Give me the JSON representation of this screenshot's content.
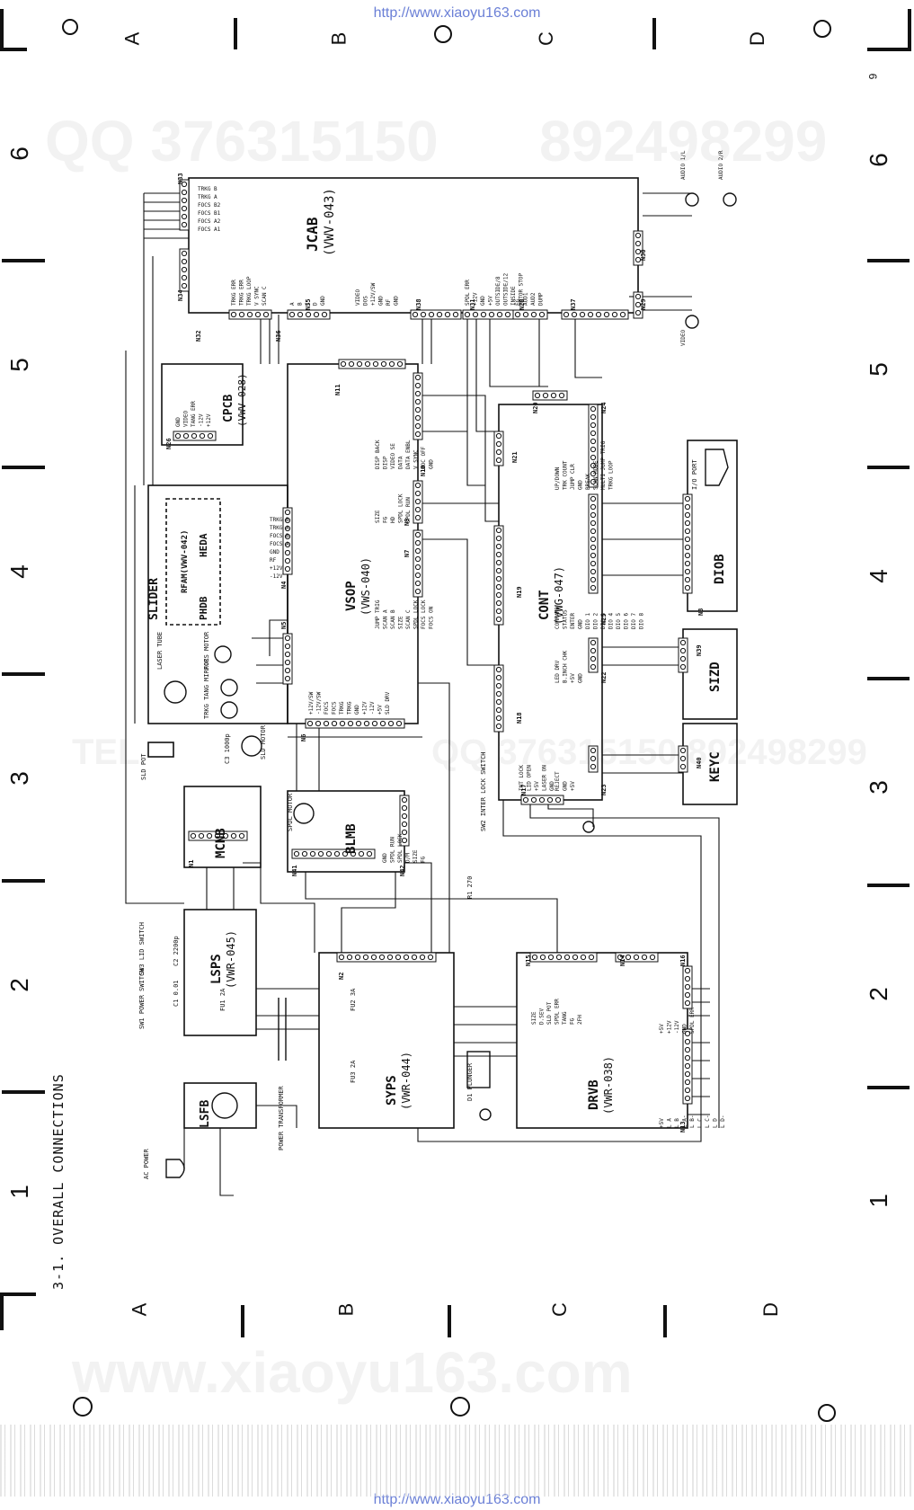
{
  "urls": {
    "top": "http://www.xiaoyu163.com",
    "bottom": "http://www.xiaoyu163.com"
  },
  "watermarks": {
    "qq": "QQ 376315150",
    "qq2": "892498299",
    "site": "www.xiaoyu163.com",
    "tel": "TEL",
    "qq3": "QQ 376315150 892498299"
  },
  "title": "3-1. OVERALL CONNECTIONS",
  "columns": [
    "A",
    "B",
    "C",
    "D"
  ],
  "rows": [
    "1",
    "2",
    "3",
    "4",
    "5",
    "6"
  ],
  "page_mark": "9",
  "blocks": {
    "jcab": {
      "name": "JCAB",
      "code": "(VWV-043)"
    },
    "cpcb": {
      "name": "CPCB",
      "code": "(VWV-028)"
    },
    "slider": {
      "name": "SLIDER"
    },
    "rfam": {
      "name": "RFAM(VWV-042)"
    },
    "heda": {
      "name": "HEDA"
    },
    "phdb": {
      "name": "PHDB"
    },
    "vsop": {
      "name": "VSOP",
      "code": "(VWS-040)"
    },
    "cont": {
      "name": "CONT",
      "code": "(VWG-047)"
    },
    "diob": {
      "name": "DIOB"
    },
    "sizd": {
      "name": "SIZD"
    },
    "keyc": {
      "name": "KEYC"
    },
    "mcnb": {
      "name": "MCNB"
    },
    "blmb": {
      "name": "BLMB"
    },
    "lsps": {
      "name": "LSPS",
      "code": "(VWR-045)"
    },
    "syps": {
      "name": "SYPS",
      "code": "(VWR-044)"
    },
    "drvb": {
      "name": "DRVB",
      "code": "(VWR-038)"
    },
    "lsfb": {
      "name": "LSFB"
    }
  },
  "labels": {
    "io_port": "I/O PORT",
    "laser_tube": "LASER TUBE",
    "focs_motor": "FOCS MOTOR",
    "trkg_tang_mirror": "TRKG TANG MIRROR",
    "sld_motor": "SLD MOTOR",
    "sld_pot": "SLD POT",
    "spdl_motor": "SPDL MOTOR",
    "interlock": "SW2 INTER LOCK SWITCH",
    "plunger": "D1 PLUNGER",
    "power_transformer": "POWER TRANSFORMER",
    "ac_power": "AC POWER",
    "power_switch": "SW1 POWER SWITCH",
    "lid_switch": "SW3 LID SWITCH",
    "audio_l": "AUDIO 1/L",
    "audio_r": "AUDIO 2/R",
    "video": "VIDEO",
    "fu1": "FU1 2A",
    "fu2": "FU2 3A",
    "fu3": "FU3 2A",
    "c1": "C1 0.01",
    "c2": "C2 2200p",
    "c3": "C3 1000p",
    "r1": "R1 270"
  },
  "connectors": {
    "n33": "N33",
    "n34": "N34",
    "n32": "N32",
    "n36": "N36",
    "n35": "N35",
    "n38": "N38",
    "n31": "N31",
    "n28": "N28",
    "n37": "N37",
    "n29": "N29",
    "n30": "N30",
    "n11": "N11",
    "n26": "N26",
    "n10": "N10",
    "n21": "N21",
    "n20": "N20",
    "n24": "N24",
    "n4": "N4",
    "n9": "N9",
    "n7": "N7",
    "n19": "N19",
    "n25": "N25",
    "n3": "N3",
    "n5": "N5",
    "n18": "N18",
    "n22": "N22",
    "n39": "N39",
    "n6": "N6",
    "n23": "N23",
    "n40": "N40",
    "n17": "N17",
    "n1": "N1",
    "n41": "N41",
    "n42": "N42",
    "n2": "N2",
    "n15": "N15",
    "n14": "N14",
    "n16": "N16",
    "n13": "N13"
  },
  "signals": {
    "n33": [
      "TRKG B",
      "TRKG A",
      "FOCS B2",
      "FOCS B1",
      "FOCS A2",
      "FOCS A1"
    ],
    "n36": [
      "TRKG ERR",
      "TRKG ERR",
      "TRKG LOOP",
      "V SYNC",
      "SCAN C"
    ],
    "n35": [
      "A",
      "B",
      "C",
      "D",
      "GND"
    ],
    "n38": [
      "VIDEO",
      "DOS",
      "+12V/SW",
      "GND",
      "RF",
      "GND"
    ],
    "n31": [
      "SPDL ERR",
      "+12V",
      "GND",
      "+5V",
      "OUTSIDE/8",
      "OUTSIDE/12",
      "INSIDE",
      "MOTOR STOP"
    ],
    "n28": [
      "FG",
      "AUD1",
      "AUD2",
      "DUMP"
    ],
    "n26": [
      "GND",
      "VIDEO",
      "TANG ERR",
      "-12V",
      "+12V"
    ],
    "n10": [
      "DISP BACK",
      "DISP",
      "VIDEO SE",
      "DATA",
      "DATA ENBL",
      "V SYNC",
      "DOC OFF",
      "GND"
    ],
    "n24": [
      "UP/DOWN",
      "TRK COUNT",
      "JUMP CLR",
      "GND",
      "BREAK",
      "SCAN MODE",
      "MULTI JUMP TRIG",
      "TRKG LOOP"
    ],
    "n4": [
      "TRKG B",
      "TRKG A",
      "FOCS B",
      "FOCS A",
      "GND",
      "RF",
      "+12V",
      "-12V"
    ],
    "n9": [
      "SIZE",
      "FG",
      "HD",
      "SPDL LOCK",
      "SPDL RUN"
    ],
    "n7": [
      "JUMP TRIG",
      "SCAN A",
      "SCAN B",
      "SIZE",
      "SCAN C",
      "SPDL LOCK",
      "FOCS LOCK",
      "FOCS ON"
    ],
    "n25": [
      "COMMAND",
      "STATUS",
      "ENTER",
      "GND",
      "DIO 1",
      "DIO 2",
      "DIO 3",
      "DIO 4",
      "DIO 5",
      "DIO 6",
      "DIO 7",
      "DIO 8"
    ],
    "n22": [
      "LED DRV",
      "B.INCH CHK",
      "+5V",
      "GND"
    ],
    "n6": [
      "+12V/SW",
      "-12V/SW",
      "FOCS",
      "FOCS",
      "TRKG",
      "TRKG",
      "GND",
      "+12V",
      "-12V",
      "+5V",
      "SLD DRV"
    ],
    "n23": [
      "REJECT",
      "GND",
      "+5V"
    ],
    "n17": [
      "INT LOCK",
      "LID OPEN",
      "+5V",
      "LASER ON",
      "GND"
    ],
    "n42": [
      "GND",
      "SPDL RUN",
      "SPDL LOCK",
      "D/M",
      "SIZE",
      "FG"
    ],
    "n15": [
      "SIZE",
      "D.SEV",
      "SLD POT",
      "SPDL ERR",
      "TANG",
      "FG",
      "2FH"
    ],
    "n16": [
      "+5V",
      "+12V",
      "-12V",
      "GND",
      "SPDL ERR"
    ],
    "n13": [
      "+5V",
      "L A",
      "L B",
      "L A-",
      "L B-",
      "L C",
      "L C-",
      "L D",
      "L D-"
    ]
  }
}
